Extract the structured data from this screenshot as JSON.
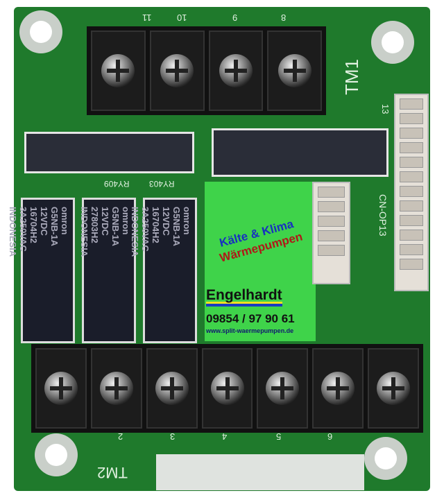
{
  "top_terminal": {
    "labels": [
      "11",
      "10",
      "9",
      "8"
    ],
    "name": "TM1"
  },
  "bottom_terminal": {
    "labels": [
      "2",
      "3",
      "4",
      "5",
      "6"
    ],
    "name": "TM2"
  },
  "ics": [
    "RY409",
    "RY403"
  ],
  "relays": [
    {
      "brand": "omron",
      "model": "G5NB-1A",
      "voltage": "12VDC",
      "code": "16704H2",
      "rating": "3A250VAC",
      "origin": "INDONESIA"
    },
    {
      "brand": "omron",
      "model": "G5NB-1A",
      "voltage": "12VDC",
      "code": "27803H2",
      "rating": "",
      "origin": "INDONESIA"
    },
    {
      "brand": "omron",
      "model": "G5NB-1A",
      "voltage": "12VDC",
      "code": "16704H2",
      "rating": "3A250VAC",
      "origin": "INDONESIA"
    }
  ],
  "connector": "CN-OP13",
  "connector_pin": "13",
  "watermark": {
    "line1": "Kälte & Klima",
    "line2": "Wärmepumpen",
    "company": "Engelhardt",
    "phone": "09854 / 97 90 61",
    "url": "www.split-waermepumpen.de"
  }
}
